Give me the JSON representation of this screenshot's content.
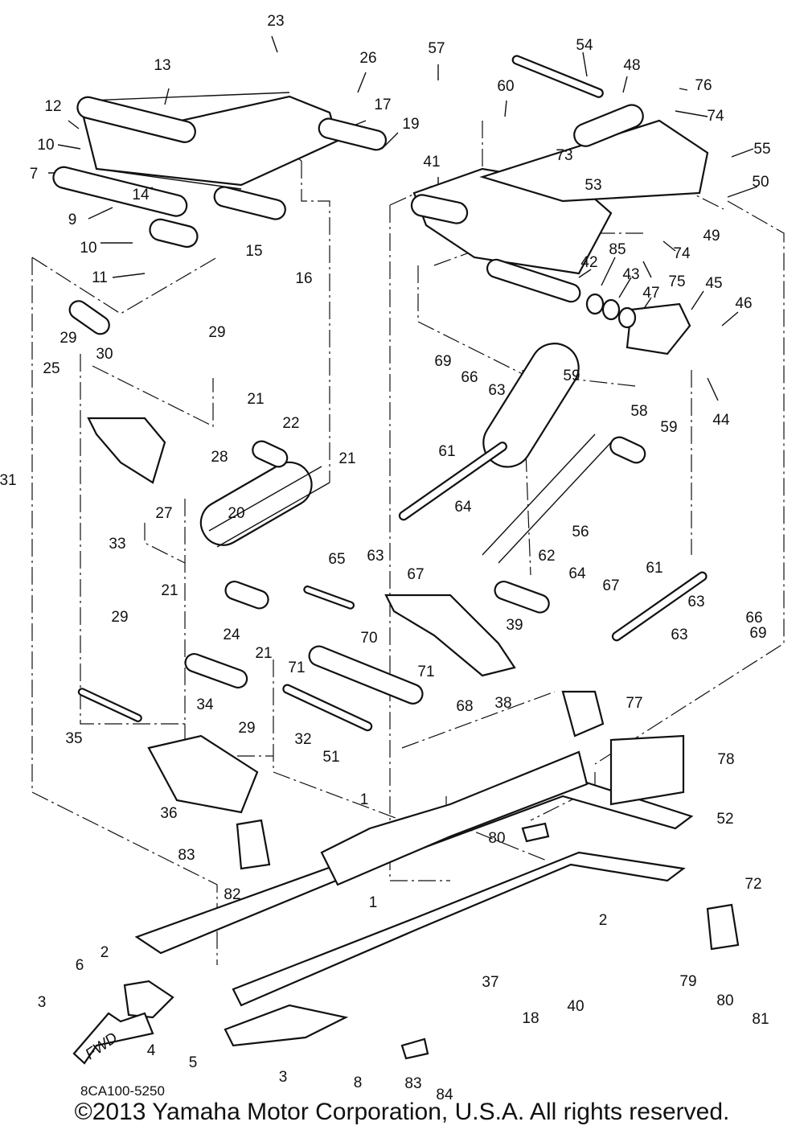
{
  "drawing_code": "8CA100-5250",
  "copyright": "©2013 Yamaha Motor Corporation, U.S.A. All rights reserved.",
  "fwd_label": "FWD",
  "callouts": [
    "1",
    "2",
    "3",
    "4",
    "5",
    "6",
    "7",
    "8",
    "9",
    "10",
    "11",
    "12",
    "13",
    "14",
    "15",
    "16",
    "17",
    "18",
    "19",
    "20",
    "21",
    "22",
    "23",
    "24",
    "25",
    "26",
    "27",
    "28",
    "29",
    "30",
    "31",
    "32",
    "33",
    "34",
    "35",
    "36",
    "37",
    "38",
    "39",
    "40",
    "41",
    "42",
    "43",
    "44",
    "45",
    "46",
    "47",
    "48",
    "49",
    "50",
    "51",
    "52",
    "53",
    "54",
    "55",
    "56",
    "57",
    "58",
    "59",
    "60",
    "61",
    "62",
    "63",
    "64",
    "65",
    "66",
    "67",
    "68",
    "69",
    "70",
    "71",
    "72",
    "73",
    "74",
    "75",
    "76",
    "77",
    "78",
    "79",
    "80",
    "81",
    "82",
    "83",
    "84",
    "85"
  ]
}
